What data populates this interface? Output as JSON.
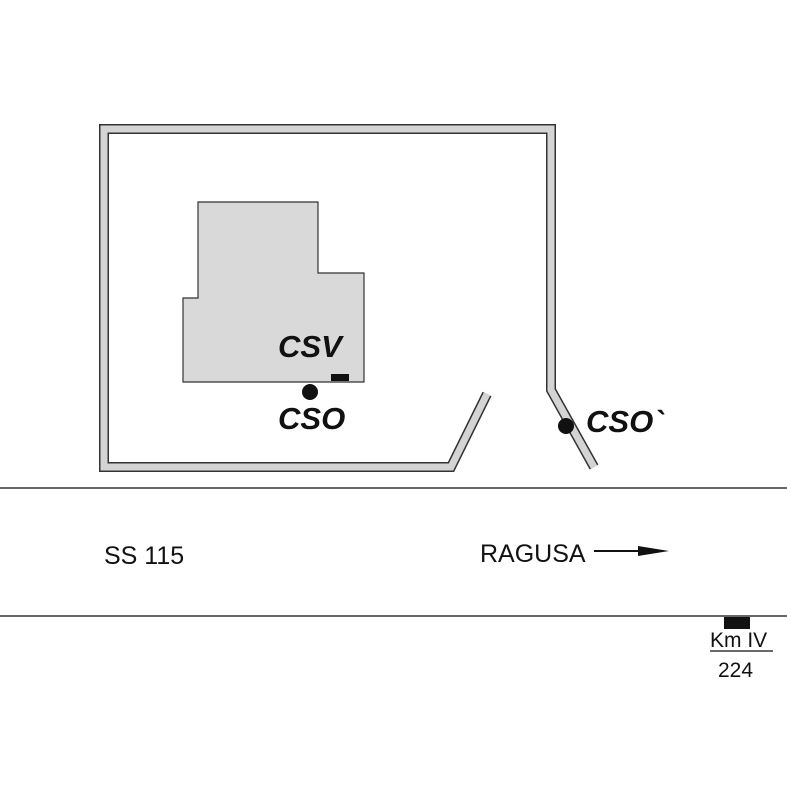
{
  "labels": {
    "csv": "CSV",
    "cso": "CSO",
    "cso_prime": "CSO`",
    "road_name": "SS 115",
    "direction": "RAGUSA",
    "km_marker": "Km IV",
    "km_number": "224"
  },
  "colors": {
    "building_fill": "#d9d9d9",
    "outline": "#333333",
    "wall_fill": "#d4d4d4",
    "text": "#111111",
    "marker": "#111111"
  },
  "icons": {
    "direction_arrow": "arrow-right-icon",
    "point_marker": "dot-icon",
    "sensor_marker": "rectangle-icon"
  }
}
